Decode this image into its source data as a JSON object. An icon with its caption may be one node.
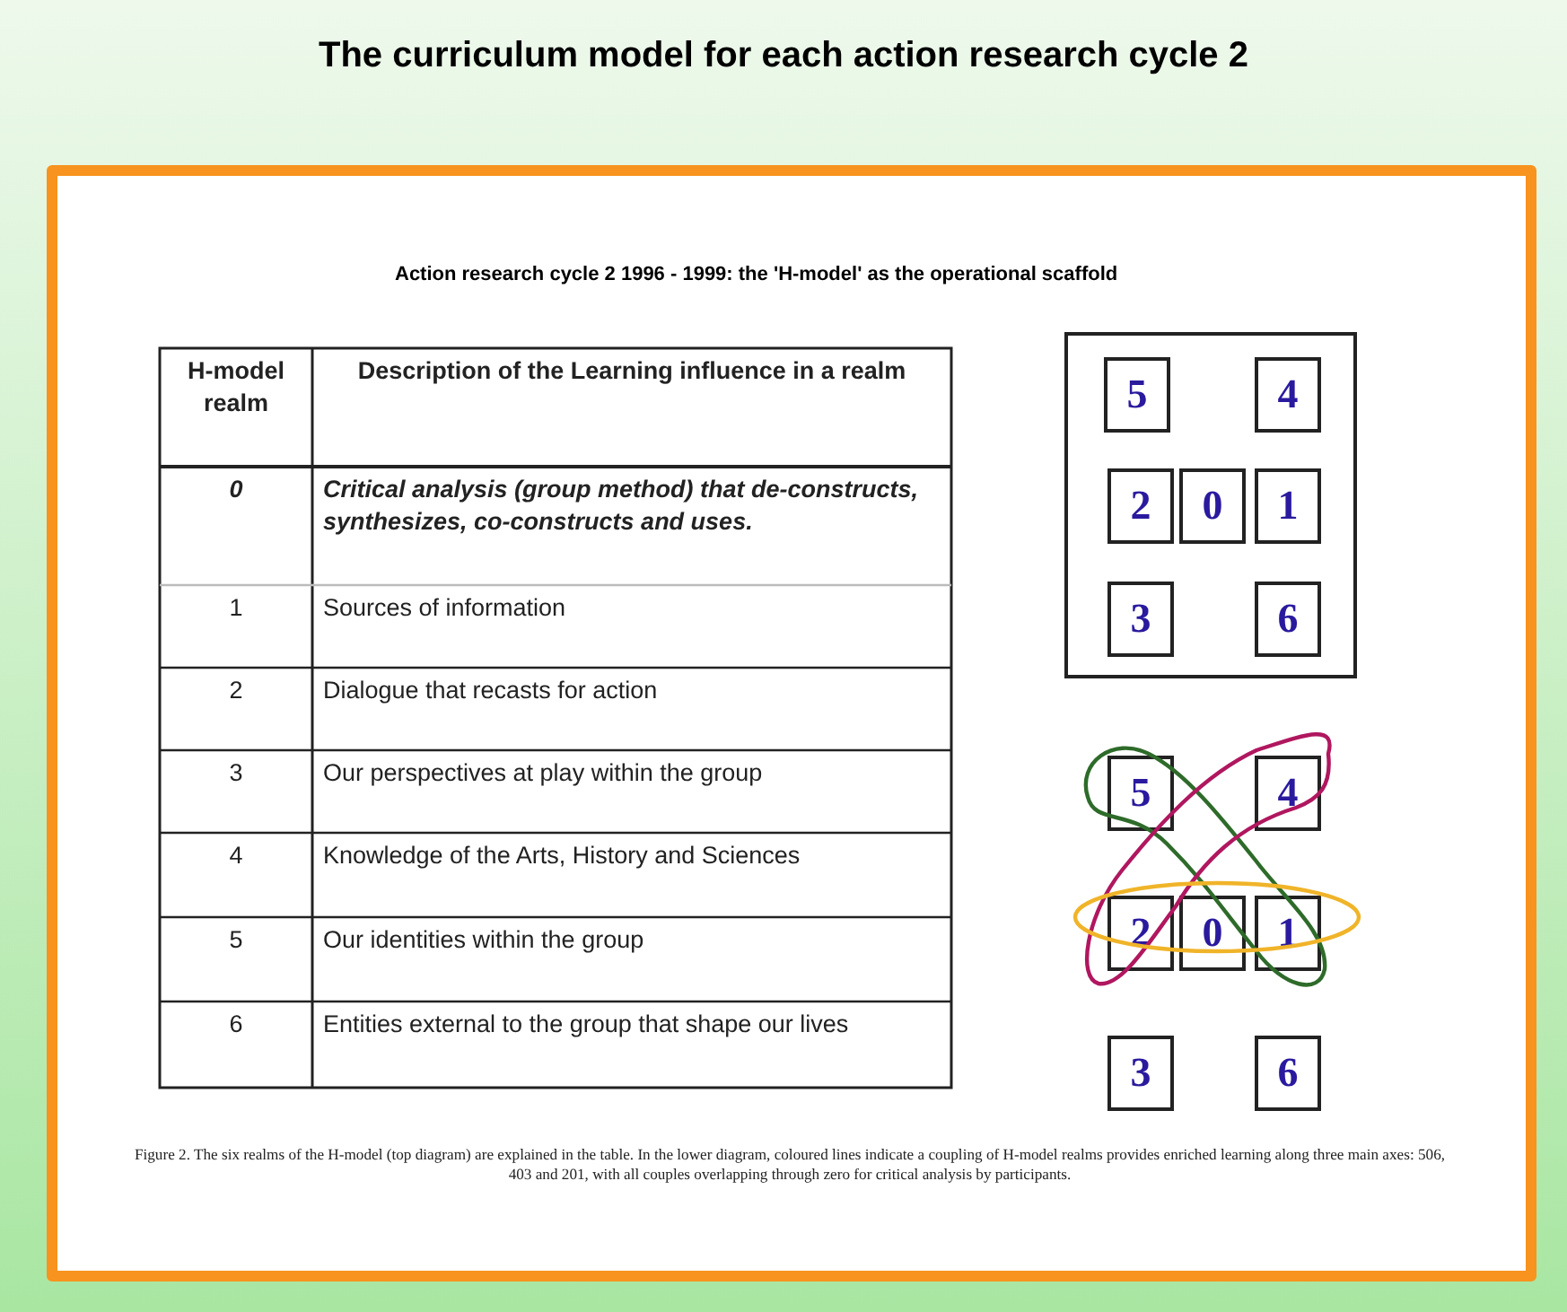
{
  "diagram": {
    "title": "The curriculum model for each action research cycle 2",
    "caption": "Figure 2. The six realms of the H-model (top diagram) are explained in the table. In the lower diagram, coloured lines indicate a coupling of H-model realms provides enriched learning along three main axes: 506, 403 and 201, with all couples overlapping through zero for critical analysis by participants.",
    "nodes": [
      {
        "text": [],
        "shape": "box"
      },
      {
        "text": [
          "5"
        ],
        "in": 0
      },
      {
        "text": [
          "4"
        ],
        "in": 0
      },
      {
        "text": [
          "2"
        ],
        "in": 0
      },
      {
        "text": [
          "0"
        ],
        "in": 0
      },
      {
        "text": [
          "1"
        ],
        "in": 0
      },
      {
        "text": [
          "3"
        ],
        "in": 0
      },
      {
        "text": [
          "6"
        ],
        "in": 0
      },
      {
        "text": [
          "5"
        ]
      },
      {
        "text": [
          "4"
        ]
      },
      {
        "text": [
          "2"
        ]
      },
      {
        "text": [
          "0"
        ]
      },
      {
        "text": [
          "1"
        ]
      },
      {
        "text": [
          "3"
        ]
      },
      {
        "text": [
          "6"
        ]
      }
    ],
    "labels": [
      "Action research cycle 2 1996 - 1999: the 'H-model' as the operational scaffold",
      "H-model realm",
      "Description of the Learning influence in a realm",
      "0",
      "Critical analysis (group method) that de-constructs, synthesizes, co-constructs and uses.",
      "1",
      "Sources of information",
      "2",
      "Dialogue that recasts for action",
      "3",
      "Our perspectives at play within the group",
      "4",
      "Knowledge of the Arts, History and Sciences",
      "5",
      "Our identities within the group",
      "6",
      "Entities external to the group that shape our lives"
    ]
  }
}
